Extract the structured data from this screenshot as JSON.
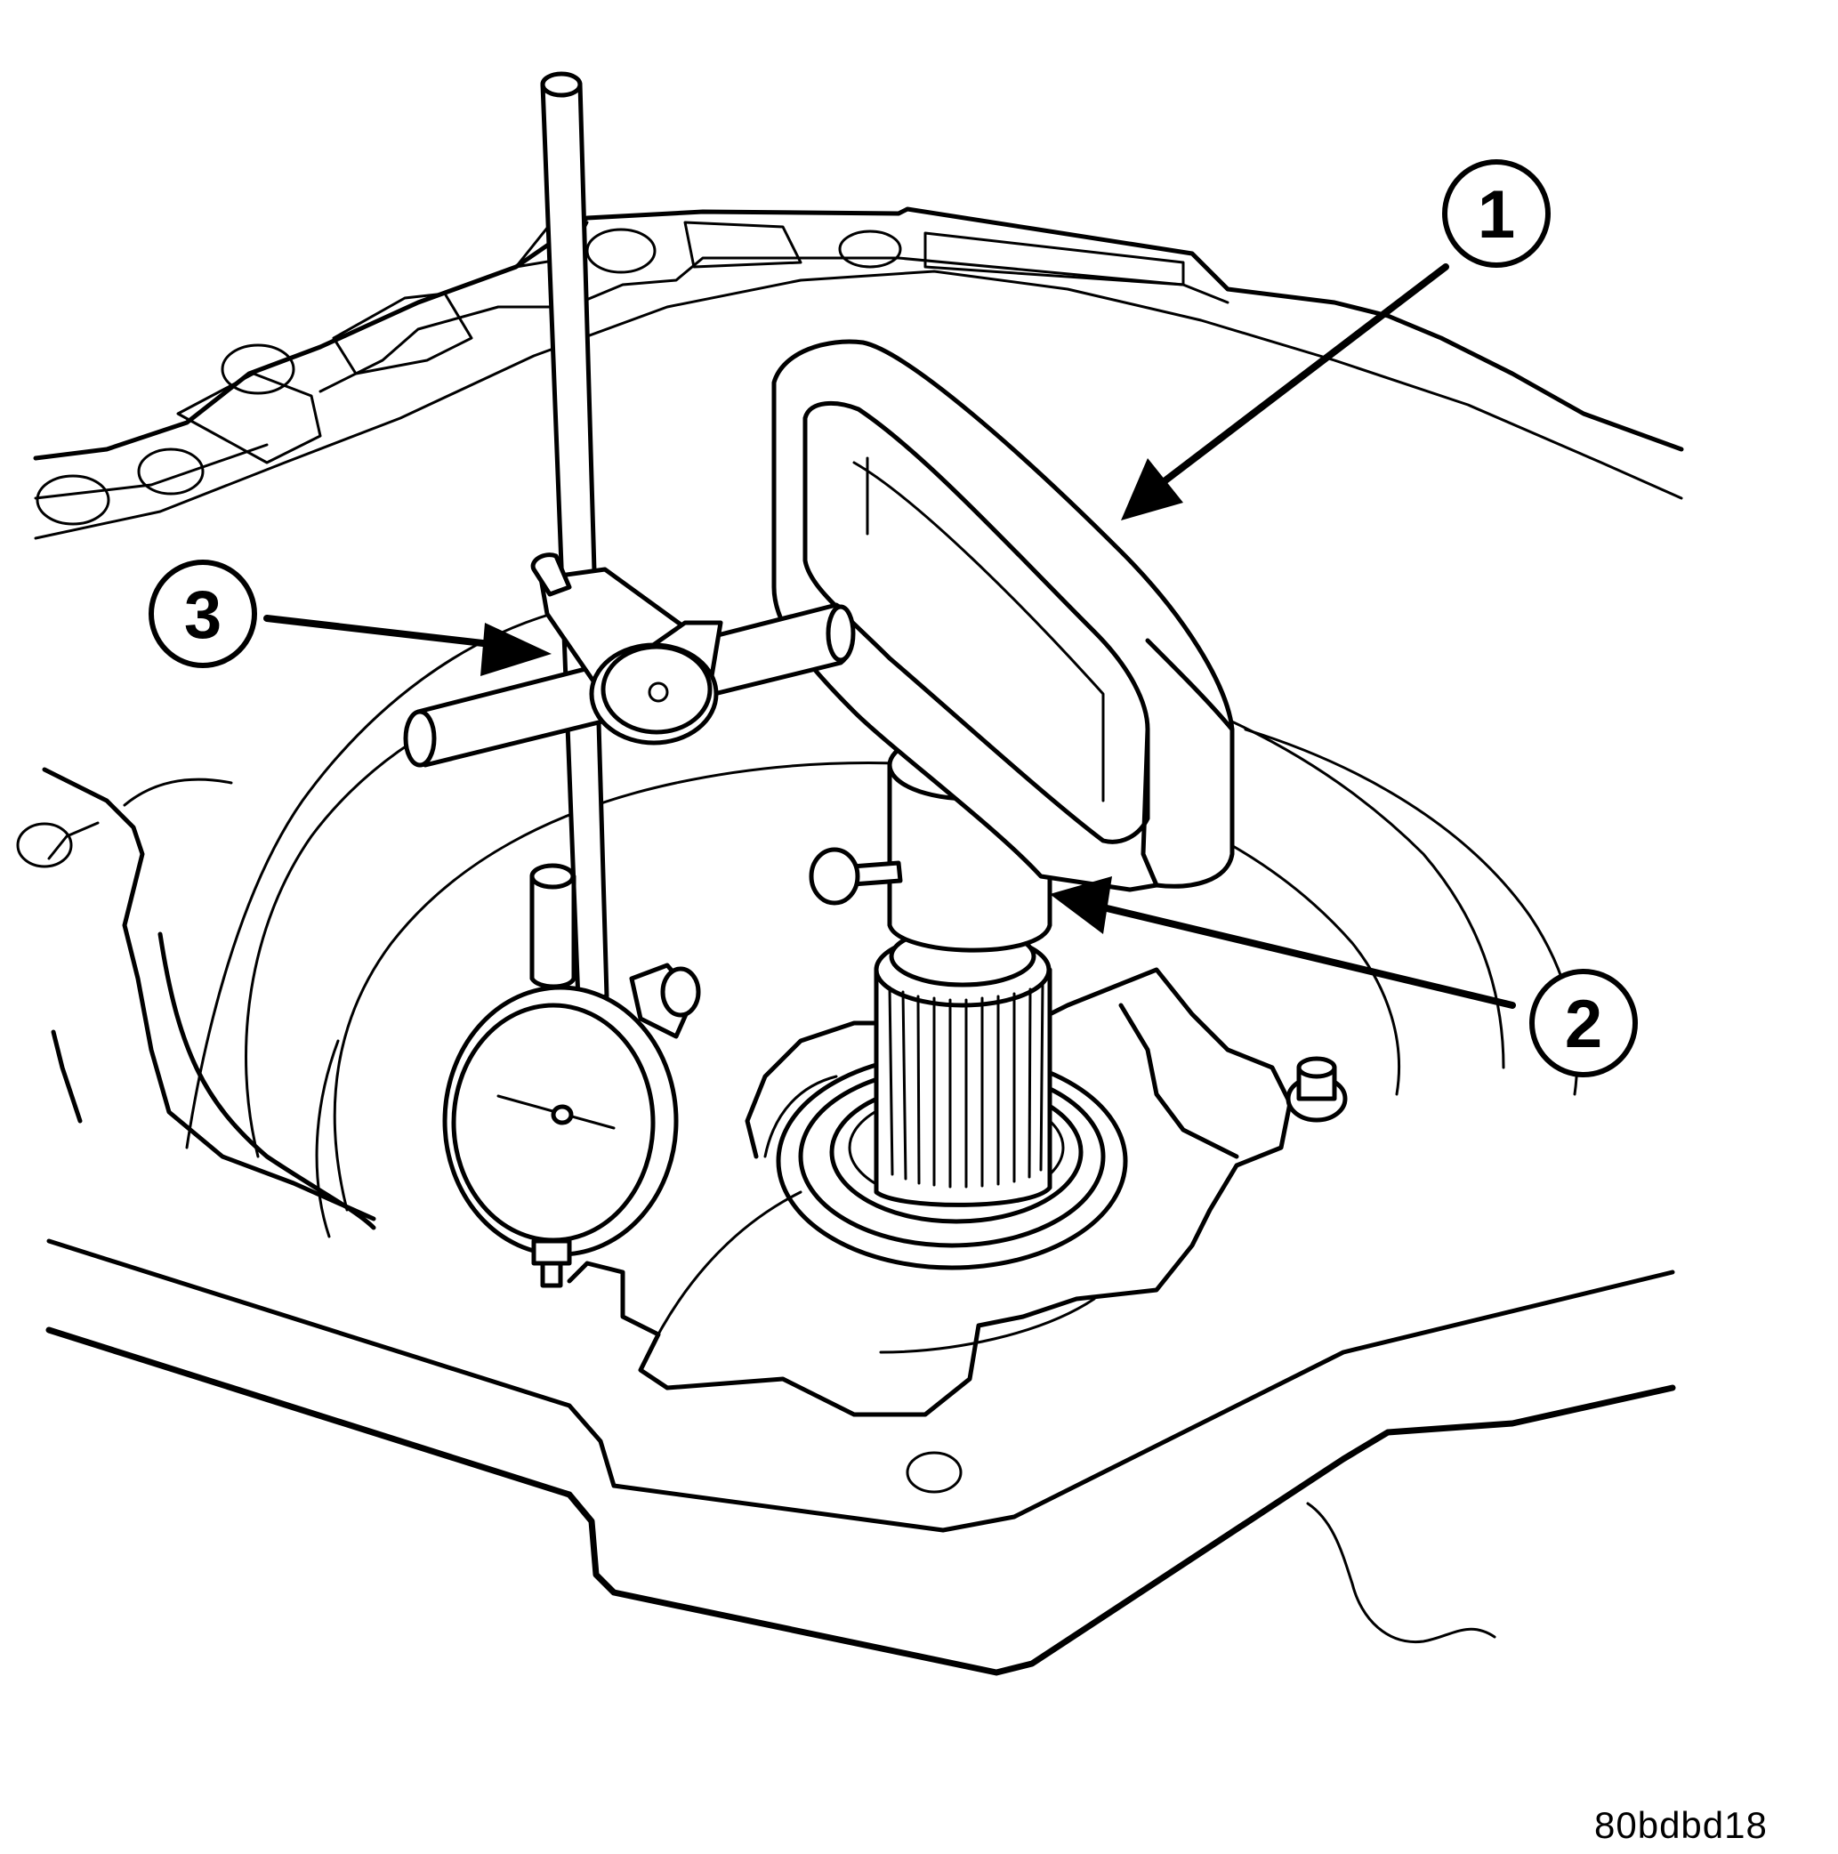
{
  "callouts": [
    {
      "number": "1"
    },
    {
      "number": "2"
    },
    {
      "number": "3"
    }
  ],
  "figure_id": "80bdbd18"
}
